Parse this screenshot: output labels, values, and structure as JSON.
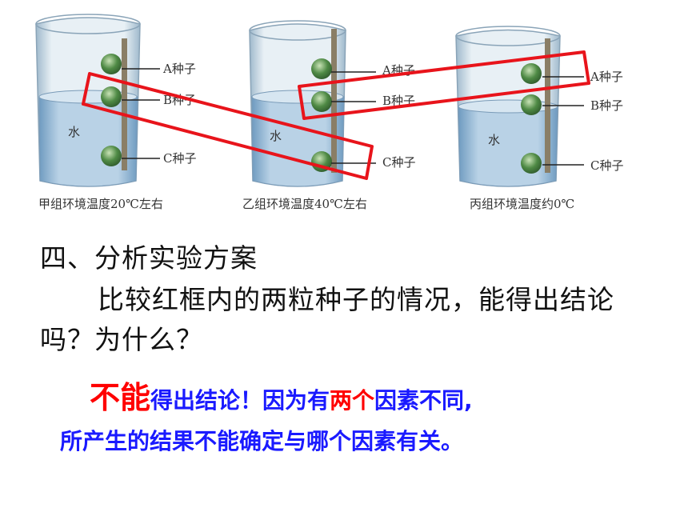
{
  "figure": {
    "groups": [
      {
        "caption": "甲组环境温度20℃左右",
        "water_label": "水",
        "seeds": [
          "A种子",
          "B种子",
          "C种子"
        ]
      },
      {
        "caption": "乙组环境温度40℃左右",
        "water_label": "水",
        "seeds": [
          "A种子",
          "B种子",
          "C种子"
        ]
      },
      {
        "caption": "丙组环境温度约0℃",
        "water_label": "水",
        "seeds": [
          "A种子",
          "B种子",
          "C种子"
        ]
      }
    ],
    "frame_color": "#e8141b"
  },
  "heading": "四、分析实验方案",
  "question": "比较红框内的两粒种子的情况，能得出结论吗？为什么？",
  "answer": {
    "line1_part1": "不能",
    "line1_part2": "得出结论！因为有",
    "line1_part3": "两个",
    "line1_part4": "因素不同,",
    "line2": "所产生的结果不能确定与哪个因素有关。",
    "primary_color": "#1a1aff",
    "highlight_color": "#ff0000"
  }
}
